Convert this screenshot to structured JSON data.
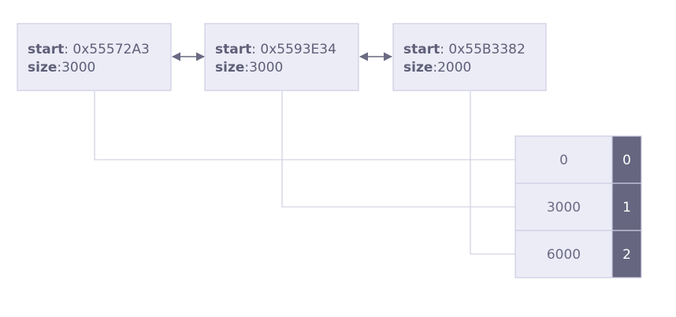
{
  "colors": {
    "block_fill": "#ececf7",
    "block_stroke": "#cdcde3",
    "connector": "#d3d3e3",
    "arrow": "#6a6a82",
    "index_fill": "#666680",
    "text": "#5f5f78"
  },
  "labels": {
    "start_key": "start",
    "start_sep": ": ",
    "size_key": "size",
    "size_sep": ":"
  },
  "blocks": [
    {
      "start": "0x55572A3",
      "size": "3000"
    },
    {
      "start": "0x5593E34",
      "size": "3000"
    },
    {
      "start": "0x55B3382",
      "size": "2000"
    }
  ],
  "offset_table": [
    {
      "offset": "0",
      "index": "0"
    },
    {
      "offset": "3000",
      "index": "1"
    },
    {
      "offset": "6000",
      "index": "2"
    }
  ]
}
